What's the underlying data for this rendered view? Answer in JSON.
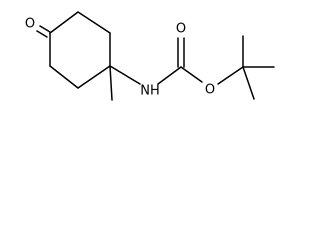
{
  "molecule": {
    "atoms": {
      "ketone_oxygen": "O",
      "amine": "NH",
      "carbonyl_oxygen": "O",
      "ester_oxygen": "O"
    },
    "colors": {
      "bond": "#000000",
      "label": "#000000",
      "background": "#ffffff"
    }
  }
}
